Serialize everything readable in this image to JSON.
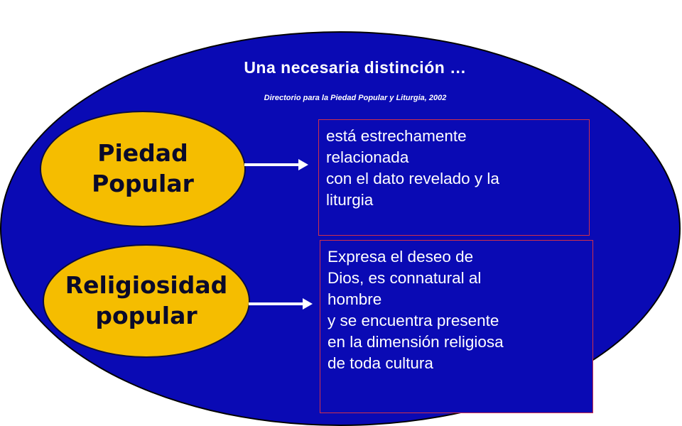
{
  "title": "Una necesaria distinción …",
  "subtitle": "Directorio para la Piedad Popular y Liturgia, 2002",
  "nodes": [
    {
      "label": "Piedad\nPopular",
      "description_lines": [
        "está estrechamente",
        "relacionada",
        "con el dato revelado  y la",
        "liturgia"
      ]
    },
    {
      "label": "Religiosidad\npopular",
      "description_lines": [
        "Expresa el deseo de",
        "Dios, es connatural al",
        "hombre",
        "y se encuentra presente",
        "en la dimensión religiosa",
        "de toda cultura"
      ]
    }
  ],
  "colors": {
    "background_ellipse": "#0a0ab4",
    "node_fill": "#f5bd00",
    "text_light": "#ffffff",
    "box_border": "#d0304a"
  }
}
